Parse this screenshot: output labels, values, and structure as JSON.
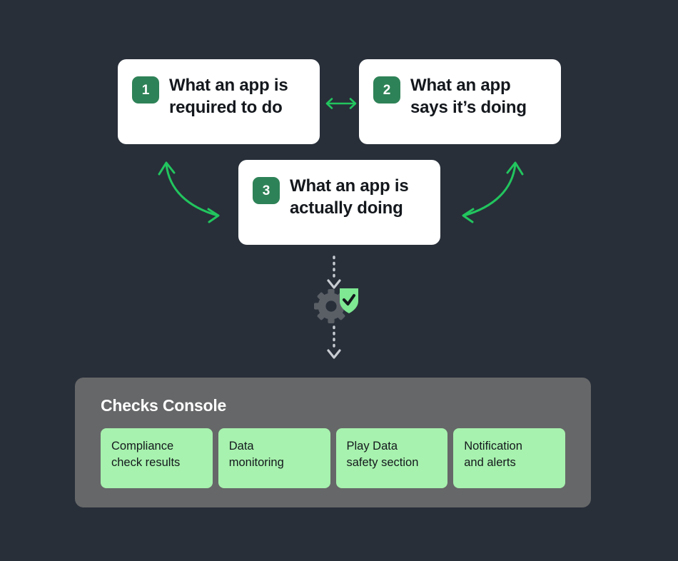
{
  "theme": {
    "background": "#282f39",
    "card_bg": "#ffffff",
    "badge_green": "#2e8257",
    "accent_green": "#22c55e",
    "chip_green": "#a7f2ae",
    "panel_gray": "#666768",
    "gear_gray": "#5a5f66",
    "shield_green": "#7ee892",
    "dotted_arrow_gray": "#c8ccd2",
    "text_dark": "#14181d",
    "text_light": "#ffffff"
  },
  "cards": [
    {
      "number": "1",
      "text": "What an app is\nrequired to do"
    },
    {
      "number": "2",
      "text": "What an app\nsays it’s doing"
    },
    {
      "number": "3",
      "text": "What an app is\nactually doing"
    }
  ],
  "connectors": [
    {
      "name": "horizontal-double-arrow",
      "between": "1 and 2",
      "style": "straight double-headed"
    },
    {
      "name": "left-curved-double-arrow",
      "between": "1 and 3",
      "style": "curved double-headed"
    },
    {
      "name": "right-curved-double-arrow",
      "between": "2 and 3",
      "style": "curved double-headed"
    }
  ],
  "flow": {
    "top_arrow": "dotted-down-arrow",
    "bottom_arrow": "dotted-down-arrow",
    "process_icon": "gear-shield-check-icon"
  },
  "console": {
    "title": "Checks Console",
    "chips": [
      {
        "label": "Compliance\ncheck results"
      },
      {
        "label": "Data\nmonitoring"
      },
      {
        "label": "Play Data\nsafety section"
      },
      {
        "label": "Notification\nand alerts"
      }
    ]
  }
}
